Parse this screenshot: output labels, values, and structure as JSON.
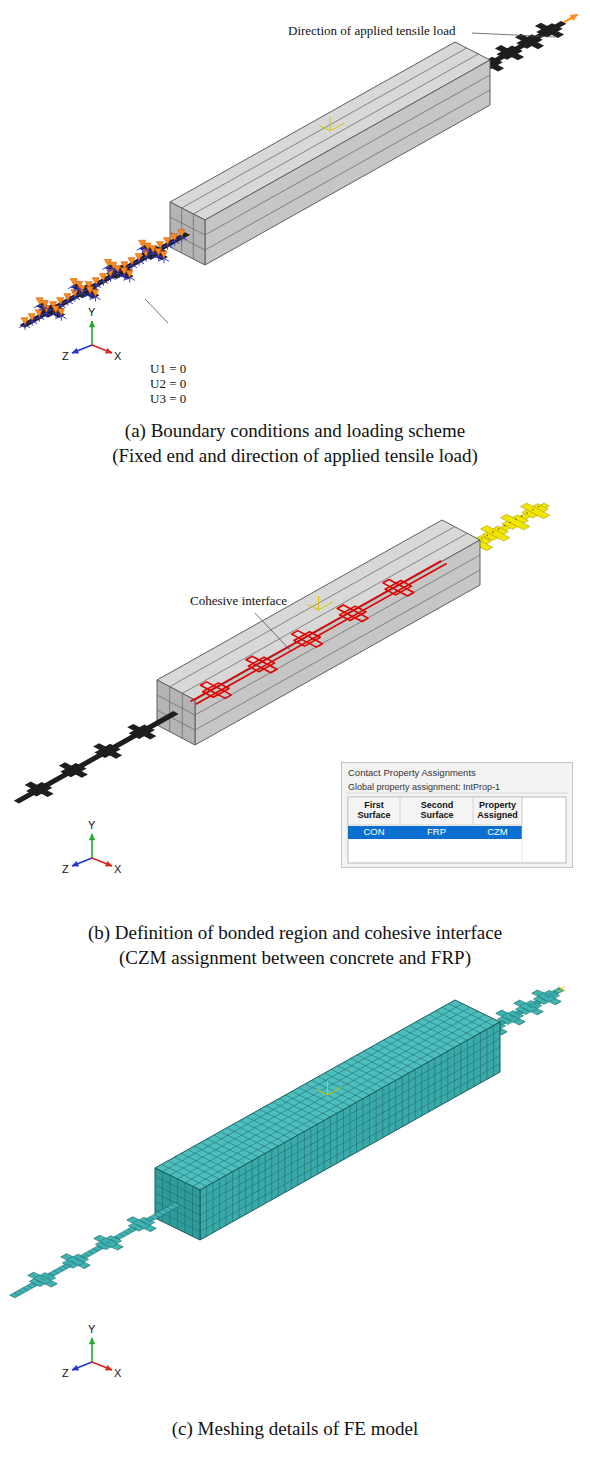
{
  "diagram": {
    "nodes": [
      {
        "text": [
          "Contact Property Assignments",
          "Global property assignment: IntProp-1"
        ]
      }
    ],
    "labels": [
      "Direction of applied tensile load",
      "Y",
      "Z",
      "X",
      "U1 = 0",
      "U2 = 0",
      "U3 = 0",
      "(a) Boundary conditions and loading scheme",
      "(Fixed end and direction of applied tensile load)",
      "Cohesive interface",
      "First Surface",
      "Second Surface",
      "Property Assigned",
      "CON",
      "FRP",
      "CZM",
      "Y",
      "Z",
      "X",
      "(b) Definition of bonded region and cohesive interface",
      "(CZM assignment between concrete and FRP)",
      "Y",
      "Z",
      "X",
      "(c) Meshing details of FE model"
    ]
  }
}
